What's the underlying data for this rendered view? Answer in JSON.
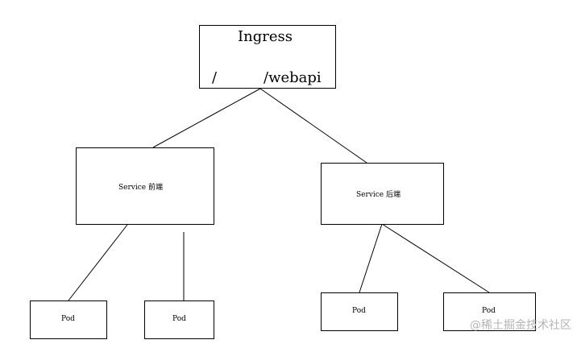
{
  "diagram": {
    "ingress": {
      "title": "Ingress",
      "path_root": "/",
      "path_api": "/webapi"
    },
    "services": [
      {
        "label": "Service 前端"
      },
      {
        "label": "Service 后端"
      }
    ],
    "pods": [
      {
        "label": "Pod"
      },
      {
        "label": "Pod"
      },
      {
        "label": "Pod"
      },
      {
        "label": "Pod"
      }
    ],
    "colors": {
      "stroke": "#000000",
      "background": "#ffffff",
      "watermark": "#b4b4b4"
    }
  },
  "watermark": {
    "text": "@稀土掘金技术社区"
  }
}
